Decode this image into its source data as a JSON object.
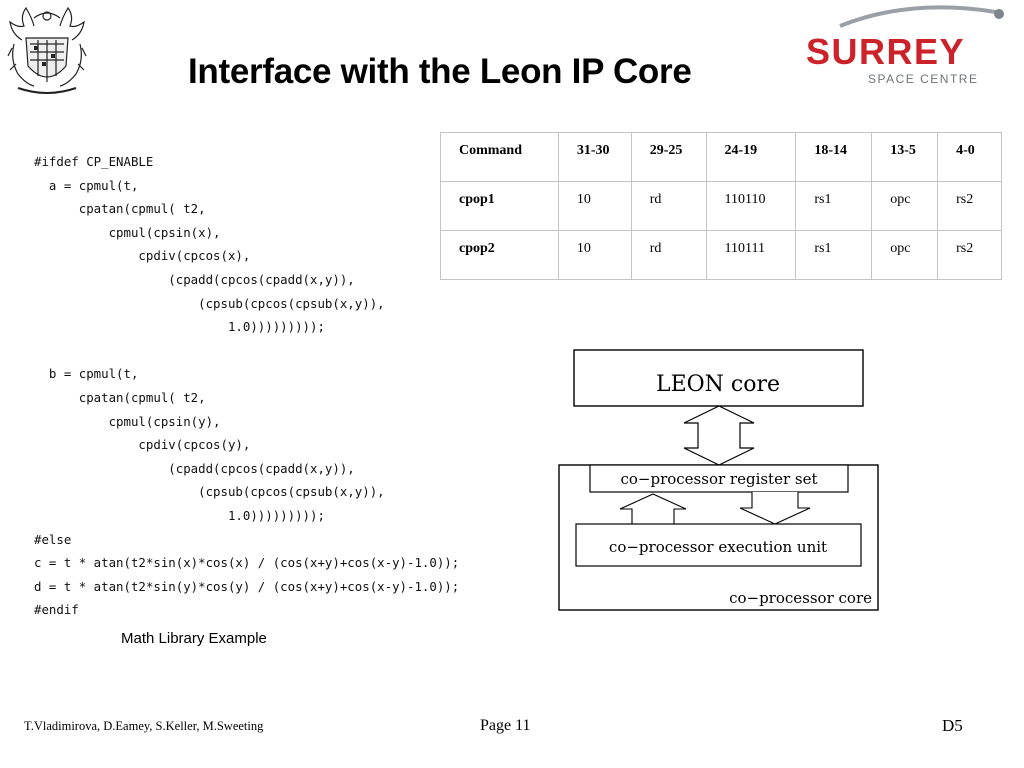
{
  "slide": {
    "title": "Interface with the Leon IP Core",
    "caption": "Math Library Example"
  },
  "logo": {
    "word": "SURREY",
    "subtitle": "SPACE CENTRE",
    "brand_color": "#cc2229",
    "swoosh_color": "#9aa0a6"
  },
  "crest": {
    "icon": "university-coat-of-arms-icon"
  },
  "code_lines": [
    "#ifdef CP_ENABLE",
    "  a = cpmul(t,",
    "      cpatan(cpmul( t2,",
    "          cpmul(cpsin(x),",
    "              cpdiv(cpcos(x),",
    "                  (cpadd(cpcos(cpadd(x,y)),",
    "                      (cpsub(cpcos(cpsub(x,y)),",
    "                          1.0)))))))));",
    "",
    "  b = cpmul(t,",
    "      cpatan(cpmul( t2,",
    "          cpmul(cpsin(y),",
    "              cpdiv(cpcos(y),",
    "                  (cpadd(cpcos(cpadd(x,y)),",
    "                      (cpsub(cpcos(cpsub(x,y)),",
    "                          1.0)))))))));",
    "#else",
    "c = t * atan(t2*sin(x)*cos(x) / (cos(x+y)+cos(x-y)-1.0));",
    "d = t * atan(t2*sin(y)*cos(y) / (cos(x+y)+cos(x-y)-1.0));",
    "#endif"
  ],
  "table": {
    "headers": [
      "Command",
      "31-30",
      "29-25",
      "24-19",
      "18-14",
      "13-5",
      "4-0"
    ],
    "rows": [
      [
        "cpop1",
        "10",
        "rd",
        "110110",
        "rs1",
        "opc",
        "rs2"
      ],
      [
        "cpop2",
        "10",
        "rd",
        "110111",
        "rs1",
        "opc",
        "rs2"
      ]
    ]
  },
  "diagram": {
    "leon_core": "LEON core",
    "register_set": "co−processor register set",
    "execution_unit": "co−processor execution unit",
    "coprocessor_core": "co−processor core"
  },
  "footer": {
    "authors": "T.Vladimirova, D.Eamey, S.Keller, M.Sweeting",
    "page": "Page 11",
    "doc": "D5"
  }
}
